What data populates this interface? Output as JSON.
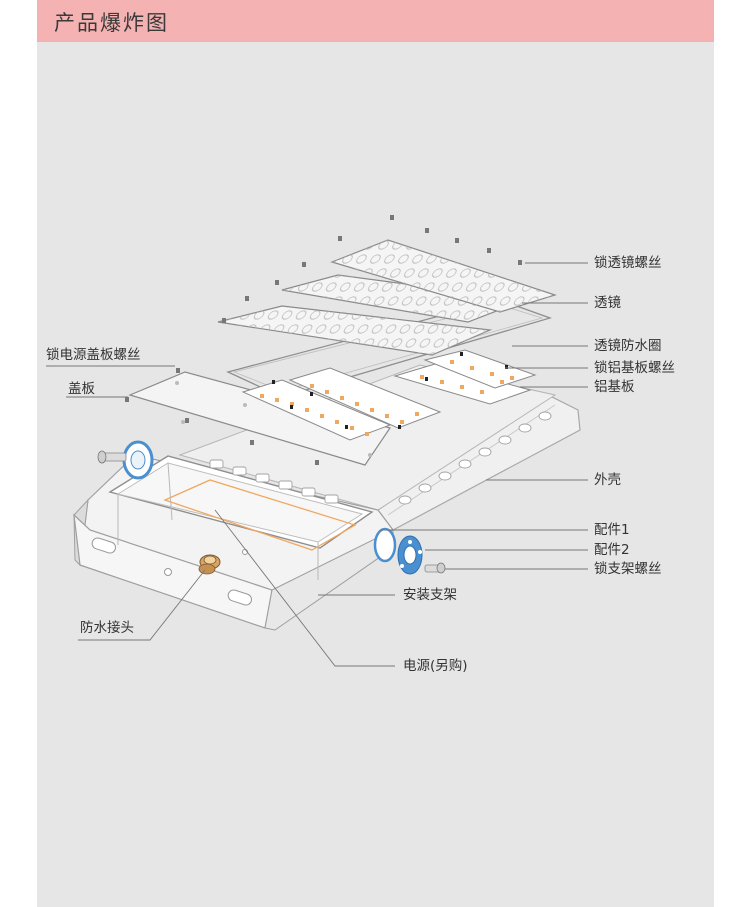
{
  "header": {
    "title": "产品爆炸图"
  },
  "colors": {
    "header_bg": "#f5b2b2",
    "panel_bg": "#e6e6e6",
    "led": "#f0a860",
    "bracket": "#4a8fd0",
    "leader": "#777777"
  },
  "labels": {
    "lens_screw": "锁透镜螺丝",
    "lens": "透镜",
    "lens_seal": "透镜防水圈",
    "aluminum_screw": "锁铝基板螺丝",
    "aluminum_board": "铝基板",
    "housing": "外壳",
    "part1": "配件1",
    "part2": "配件2",
    "bracket_screw": "锁支架螺丝",
    "mount_bracket": "安装支架",
    "power_supply": "电源(另购)",
    "cover_screw": "锁电源盖板螺丝",
    "cover": "盖板",
    "waterproof_connector": "防水接头"
  }
}
